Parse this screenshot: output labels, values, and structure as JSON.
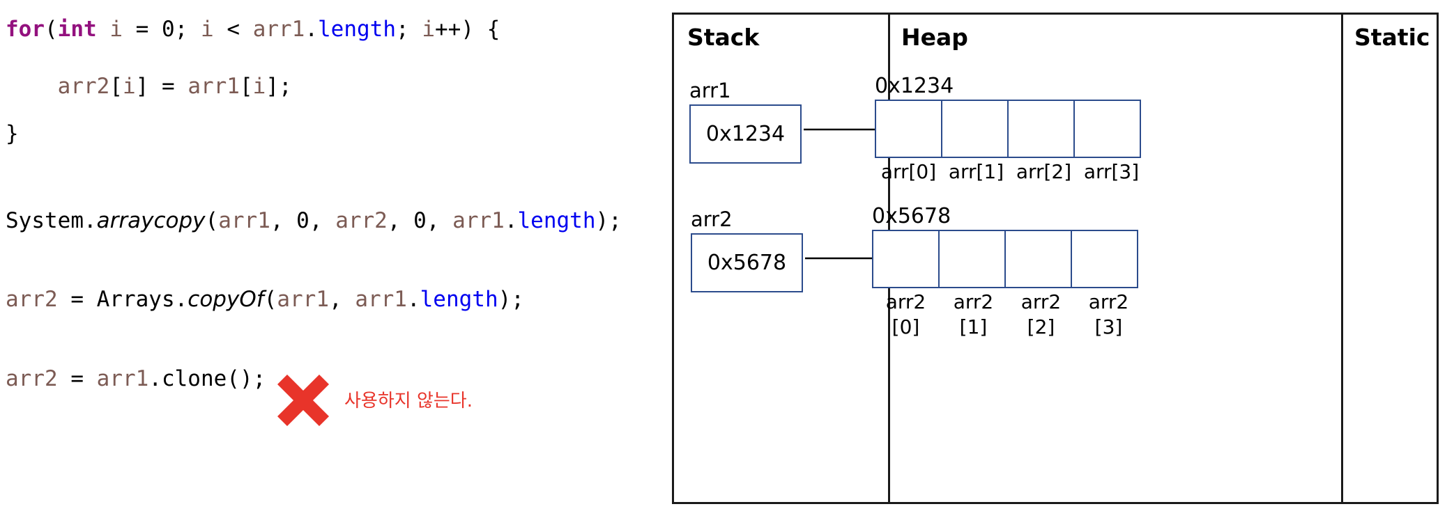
{
  "code": {
    "lines": [
      {
        "id": "for-loop-header",
        "tokens": [
          {
            "text": "for",
            "style": "keyword"
          },
          {
            "text": "(",
            "style": "plain"
          },
          {
            "text": "int",
            "style": "keyword"
          },
          {
            "text": " ",
            "style": "plain"
          },
          {
            "text": "i",
            "style": "var"
          },
          {
            "text": " = ",
            "style": "plain"
          },
          {
            "text": "0; ",
            "style": "plain"
          },
          {
            "text": "i",
            "style": "var"
          },
          {
            "text": " < ",
            "style": "plain"
          },
          {
            "text": "arr1",
            "style": "var"
          },
          {
            "text": ".",
            "style": "plain"
          },
          {
            "text": "length",
            "style": "field"
          },
          {
            "text": "; ",
            "style": "plain"
          },
          {
            "text": "i",
            "style": "var"
          },
          {
            "text": "++) {",
            "style": "plain"
          }
        ]
      },
      {
        "id": "for-loop-body",
        "tokens": [
          {
            "text": "    ",
            "style": "plain"
          },
          {
            "text": "arr2",
            "style": "var"
          },
          {
            "text": "[",
            "style": "plain"
          },
          {
            "text": "i",
            "style": "var"
          },
          {
            "text": "] = ",
            "style": "plain"
          },
          {
            "text": "arr1",
            "style": "var"
          },
          {
            "text": "[",
            "style": "plain"
          },
          {
            "text": "i",
            "style": "var"
          },
          {
            "text": "];",
            "style": "plain"
          }
        ]
      },
      {
        "id": "for-loop-close",
        "tokens": [
          {
            "text": "}",
            "style": "plain"
          }
        ]
      },
      {
        "id": "system-arraycopy",
        "tokens": [
          {
            "text": "System.",
            "style": "plain"
          },
          {
            "text": "arraycopy",
            "style": "method"
          },
          {
            "text": "(",
            "style": "plain"
          },
          {
            "text": "arr1",
            "style": "var"
          },
          {
            "text": ", 0, ",
            "style": "plain"
          },
          {
            "text": "arr2",
            "style": "var"
          },
          {
            "text": ", 0, ",
            "style": "plain"
          },
          {
            "text": "arr1",
            "style": "var"
          },
          {
            "text": ".",
            "style": "plain"
          },
          {
            "text": "length",
            "style": "field"
          },
          {
            "text": ");",
            "style": "plain"
          }
        ]
      },
      {
        "id": "arrays-copyof",
        "tokens": [
          {
            "text": "arr2",
            "style": "var"
          },
          {
            "text": " = Arrays.",
            "style": "plain"
          },
          {
            "text": "copyOf",
            "style": "method"
          },
          {
            "text": "(",
            "style": "plain"
          },
          {
            "text": "arr1",
            "style": "var"
          },
          {
            "text": ", ",
            "style": "plain"
          },
          {
            "text": "arr1",
            "style": "var"
          },
          {
            "text": ".",
            "style": "plain"
          },
          {
            "text": "length",
            "style": "field"
          },
          {
            "text": ");",
            "style": "plain"
          }
        ]
      },
      {
        "id": "arr-clone",
        "tokens": [
          {
            "text": "arr2",
            "style": "var"
          },
          {
            "text": " = ",
            "style": "plain"
          },
          {
            "text": "arr1",
            "style": "var"
          },
          {
            "text": ".clone();",
            "style": "plain"
          }
        ]
      }
    ],
    "annotation": {
      "mark": "red-x-mark",
      "note": "사용하지 않는다."
    }
  },
  "memory": {
    "regions": {
      "stack": "Stack",
      "heap": "Heap",
      "static": "Static"
    },
    "stack_vars": [
      {
        "name": "arr1",
        "value": "0x1234"
      },
      {
        "name": "arr2",
        "value": "0x5678"
      }
    ],
    "heap_arrays": [
      {
        "address": "0x1234",
        "cells": [
          "",
          "",
          "",
          ""
        ],
        "labels": [
          "arr[0]",
          "arr[1]",
          "arr[2]",
          "arr[3]"
        ]
      },
      {
        "address": "0x5678",
        "cells": [
          "",
          "",
          "",
          ""
        ],
        "labels": [
          "arr2[0]",
          "arr2[1]",
          "arr2[2]",
          "arr2[3]"
        ]
      }
    ]
  },
  "colors": {
    "keyword": "#93117E",
    "variable": "#7C5B54",
    "field": "#0000F0",
    "box_border": "#2B4B8C",
    "frame": "#1a1a1a",
    "annotation_red": "#E8342A"
  }
}
